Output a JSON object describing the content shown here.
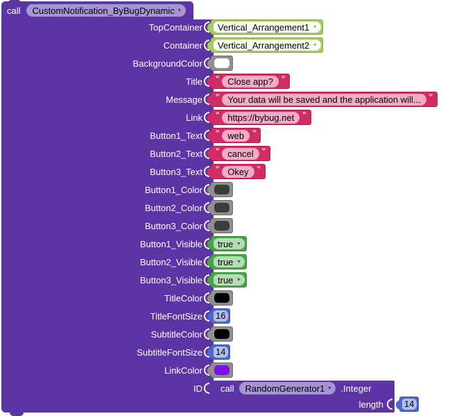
{
  "ui": {
    "dropdown_arrow": "▾",
    "quote": "\""
  },
  "header": {
    "call_label": "call",
    "method": "CustomNotification_ByBugDynamic"
  },
  "params": [
    {
      "name": "TopContainer",
      "type": "component",
      "value": "Vertical_Arrangement1"
    },
    {
      "name": "Container",
      "type": "component",
      "value": "Vertical_Arrangement2"
    },
    {
      "name": "BackgroundColor",
      "type": "color",
      "value": "#FFFFFF"
    },
    {
      "name": "Title",
      "type": "text",
      "value": "Close app?"
    },
    {
      "name": "Message",
      "type": "text",
      "value": "Your data will be saved and the application will..."
    },
    {
      "name": "Link",
      "type": "text",
      "value": "https://bybug.net"
    },
    {
      "name": "Button1_Text",
      "type": "text",
      "value": "web"
    },
    {
      "name": "Button2_Text",
      "type": "text",
      "value": "cancel"
    },
    {
      "name": "Button3_Text",
      "type": "text",
      "value": "Okey"
    },
    {
      "name": "Button1_Color",
      "type": "color",
      "value": "#3B3B3B"
    },
    {
      "name": "Button2_Color",
      "type": "color",
      "value": "#3B3B3B"
    },
    {
      "name": "Button3_Color",
      "type": "color",
      "value": "#3B3B3B"
    },
    {
      "name": "Button1_Visible",
      "type": "boolean",
      "value": "true"
    },
    {
      "name": "Button2_Visible",
      "type": "boolean",
      "value": "true"
    },
    {
      "name": "Button3_Visible",
      "type": "boolean",
      "value": "true"
    },
    {
      "name": "TitleColor",
      "type": "color",
      "value": "#000000"
    },
    {
      "name": "TitleFontSize",
      "type": "number",
      "value": "16"
    },
    {
      "name": "SubtitleColor",
      "type": "color",
      "value": "#000000"
    },
    {
      "name": "SubtitleFontSize",
      "type": "number",
      "value": "14"
    },
    {
      "name": "LinkColor",
      "type": "color",
      "value": "#7B10E6"
    }
  ],
  "id_call": {
    "label": "ID",
    "call_label": "call",
    "component": "RandomGenerator1",
    "method": ".Integer",
    "arg_label": "length",
    "arg_value": "14"
  },
  "colors": {
    "main_block": "#5C34A4",
    "header_dropdown": "#A794D3",
    "component_frame": "#A3CE5E",
    "component_inner": "#FCFFF4",
    "text_frame": "#D12C63",
    "text_inner": "#F2ACC7",
    "boolean_frame": "#47A447",
    "boolean_inner": "#B6DCB6",
    "number_frame": "#4A68CF",
    "number_inner": "#B3BDE8",
    "color_block_frame": "#909090"
  }
}
